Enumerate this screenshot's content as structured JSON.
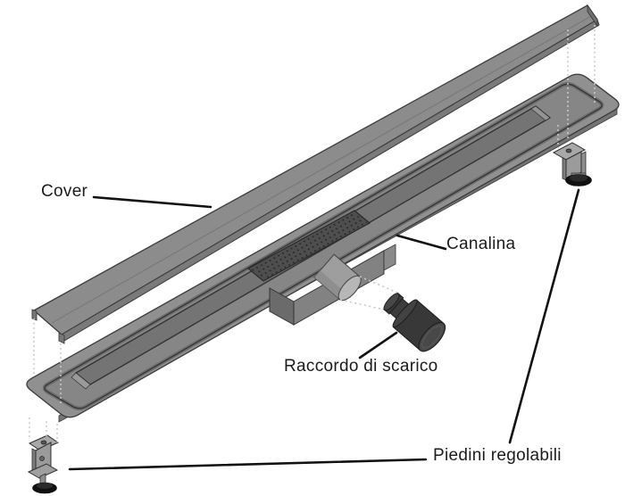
{
  "diagram": {
    "type": "exploded-view-product-diagram",
    "product": "linear shower drain",
    "labels": {
      "cover": "Cover",
      "canalina": "Canalina",
      "raccordo": "Raccordo di scarico",
      "piedini": "Piedini regolabili"
    },
    "colors": {
      "background": "#ffffff",
      "metal_gray": "#8c8c8c",
      "flange_gray": "#909090",
      "tray_gray": "#868686",
      "grate_gray": "#4e4e4e",
      "outlet_pipe_gray": "#b7b7b7",
      "connector_dark": "#383838",
      "foot_pad_black": "#101010",
      "outline": "#3a3a3a",
      "leader_line": "#111111",
      "guide_dotted": "#cccccc",
      "label_text": "#1b1b1b"
    }
  }
}
